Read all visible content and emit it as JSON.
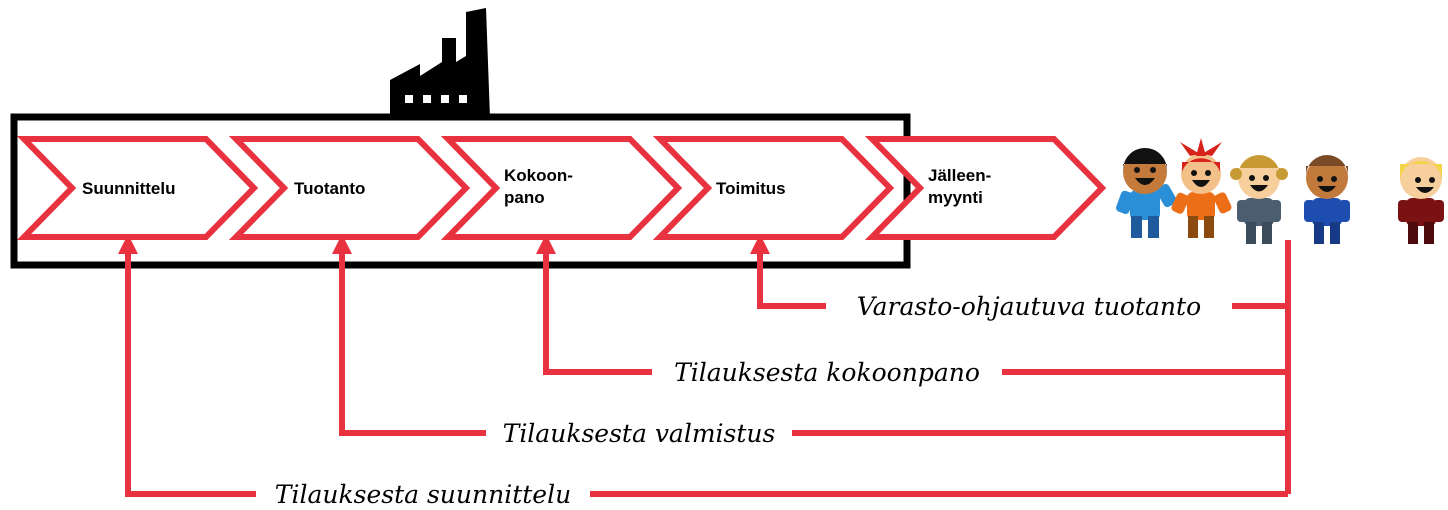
{
  "diagram": {
    "steps": [
      {
        "lines": [
          "Suunnittelu"
        ]
      },
      {
        "lines": [
          "Tuotanto"
        ]
      },
      {
        "lines": [
          "Kokoon-",
          "pano"
        ]
      },
      {
        "lines": [
          "Toimitus"
        ]
      },
      {
        "lines": [
          "Jälleen-",
          "myynti"
        ]
      }
    ],
    "strategies": [
      {
        "label": "Varasto-ohjautuva tuotanto"
      },
      {
        "label": "Tilauksesta kokoonpano"
      },
      {
        "label": "Tilauksesta valmistus"
      },
      {
        "label": "Tilauksesta suunnittelu"
      }
    ],
    "icons": {
      "factory": "factory-icon",
      "customers": [
        {
          "icon": "customer-icon",
          "skin": "#c47a3a",
          "hair": "#111111",
          "shirt": "#2b8fd8",
          "pants": "#1e5a9c"
        },
        {
          "icon": "customer-icon",
          "skin": "#f3c089",
          "hair": "#d8231c",
          "shirt": "#ec6f17",
          "pants": "#8a4a10"
        },
        {
          "icon": "customer-icon",
          "skin": "#f6cf9c",
          "hair": "#c89a33",
          "shirt": "#4a5e6f",
          "pants": "#3b4b5a"
        },
        {
          "icon": "customer-icon",
          "skin": "#c2793c",
          "hair": "#7a4a26",
          "shirt": "#1e4db0",
          "pants": "#163a86"
        },
        {
          "icon": "customer-icon",
          "skin": "#f6cf9c",
          "hair": "#f3d34a",
          "shirt": "#7a1214",
          "pants": "#4e0a0c"
        }
      ]
    },
    "colors": {
      "accent": "#e8323f",
      "frame": "#000000"
    }
  }
}
